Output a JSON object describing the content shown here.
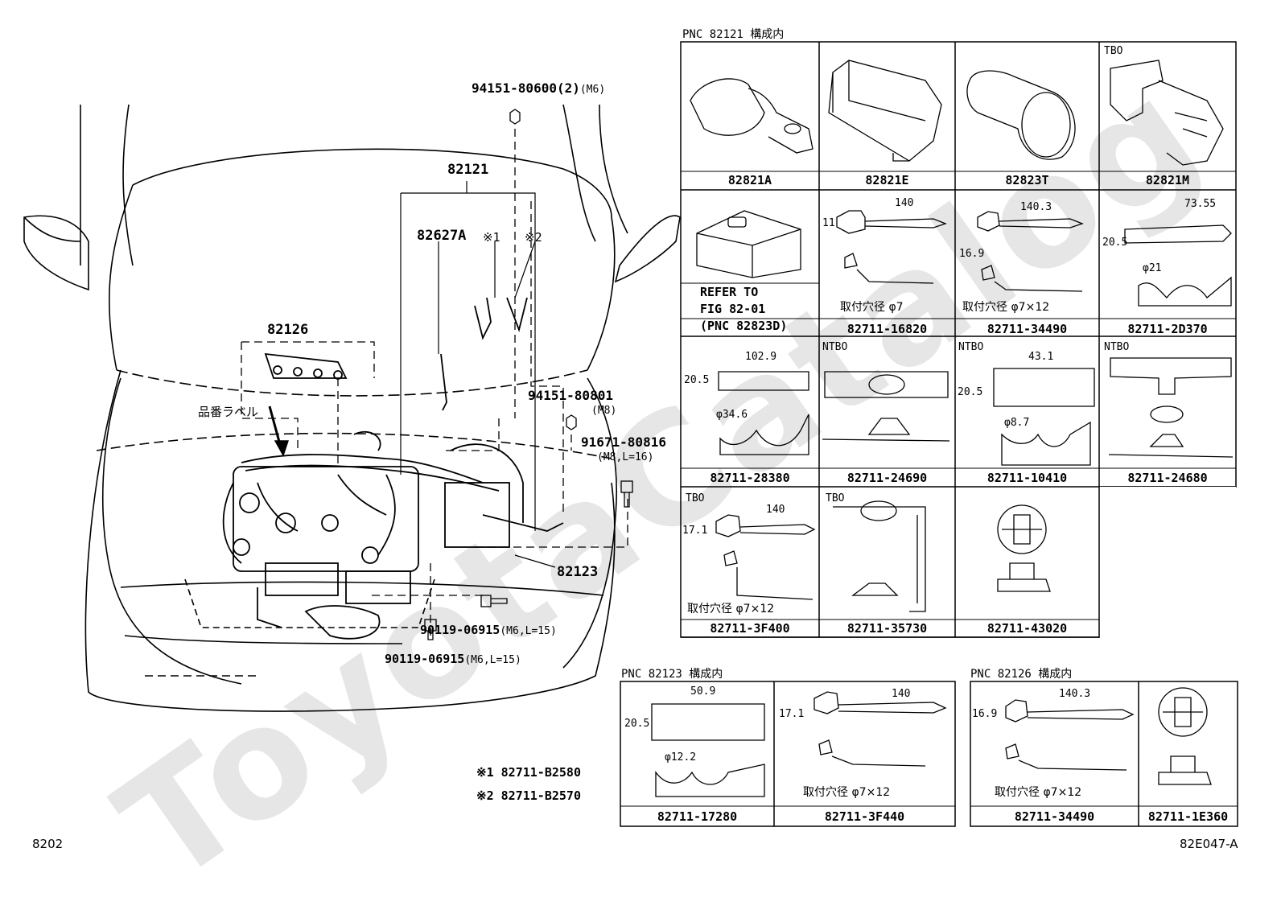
{
  "watermark": "ToyotaCatalog",
  "page_code": "8202",
  "figure_id": "82E047-A",
  "main_parts": {
    "nut_top": "94151-80600(2)",
    "nut_top_size": "(M6)",
    "harness": "82121",
    "clip_a": "82627A",
    "mark1": "※1",
    "mark2": "※2",
    "injector_harness": "82126",
    "label_callout": "品番ラベル",
    "nut_mid": "94151-80801",
    "nut_mid_size": "(M8)",
    "bolt_mid": "91671-80816",
    "bolt_mid_size": "(M8,L=16)",
    "harness_b": "82123",
    "bolt_a": "90119-06915",
    "bolt_a_size": "(M6,L=15)",
    "bolt_b": "90119-06915",
    "bolt_b_size": "(M6,L=15)"
  },
  "notes": [
    {
      "mark": "※1",
      "part": "82711-B2580"
    },
    {
      "mark": "※2",
      "part": "82711-B2570"
    }
  ],
  "table1": {
    "header": "PNC 82121 構成内",
    "cells": [
      {
        "part": "82821A"
      },
      {
        "part": "82821E"
      },
      {
        "part": "82823T"
      },
      {
        "part": "82821M",
        "tag": "TBO"
      },
      {
        "part": "",
        "refer": [
          "REFER TO",
          "FIG 82-01",
          "(PNC 82823D)"
        ]
      },
      {
        "part": "82711-16820",
        "dims": [
          "140",
          "11"
        ],
        "hole": "取付穴径 φ7"
      },
      {
        "part": "82711-34490",
        "dims": [
          "140.3",
          "16.9"
        ],
        "hole": "取付穴径 φ7×12"
      },
      {
        "part": "82711-2D370",
        "dims": [
          "73.55",
          "20.5",
          "φ21"
        ]
      },
      {
        "part": "82711-28380",
        "dims": [
          "102.9",
          "20.5",
          "φ34.6"
        ]
      },
      {
        "part": "82711-24690",
        "tag": "NTBO"
      },
      {
        "part": "82711-10410",
        "tag": "NTBO",
        "dims": [
          "43.1",
          "20.5",
          "φ8.7"
        ]
      },
      {
        "part": "82711-24680",
        "tag": "NTBO"
      },
      {
        "part": "82711-3F400",
        "tag": "TBO",
        "dims": [
          "140",
          "17.1"
        ],
        "hole": "取付穴径 φ7×12"
      },
      {
        "part": "82711-35730",
        "tag": "TBO"
      },
      {
        "part": "82711-43020"
      }
    ]
  },
  "table2": {
    "header": "PNC 82123 構成内",
    "cells": [
      {
        "part": "82711-17280",
        "dims": [
          "50.9",
          "20.5",
          "φ12.2"
        ]
      },
      {
        "part": "82711-3F440",
        "dims": [
          "140",
          "17.1"
        ],
        "hole": "取付穴径 φ7×12"
      }
    ]
  },
  "table3": {
    "header": "PNC 82126 構成内",
    "cells": [
      {
        "part": "82711-34490",
        "dims": [
          "140.3",
          "16.9"
        ],
        "hole": "取付穴径 φ7×12"
      },
      {
        "part": "82711-1E360"
      }
    ]
  }
}
